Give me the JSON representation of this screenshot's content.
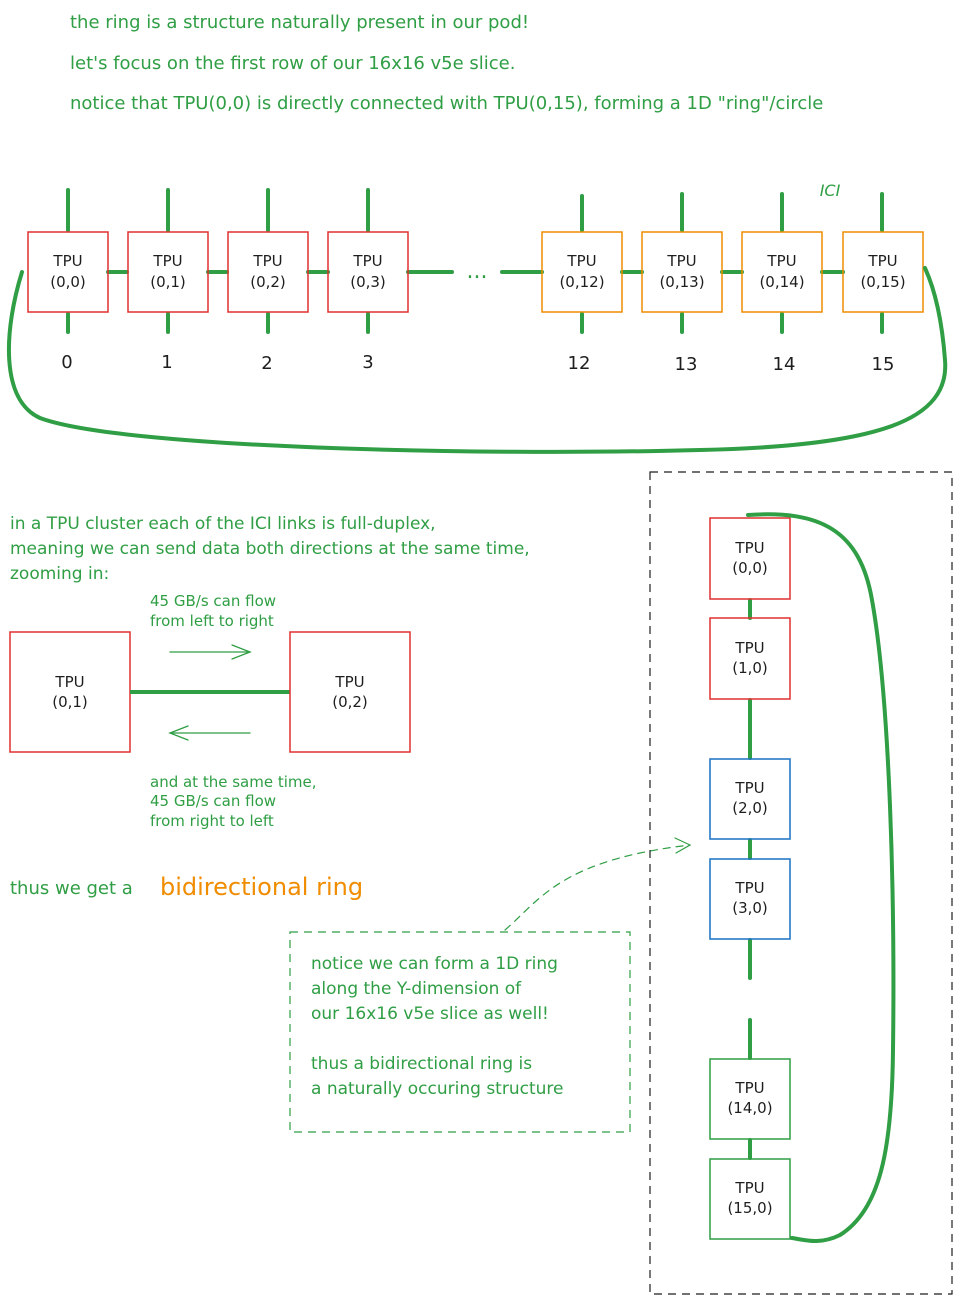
{
  "intro": {
    "line1": "the ring is a structure naturally present in our pod!",
    "line2": "let's focus on the first row of our 16x16 v5e slice.",
    "line3": "notice that TPU(0,0) is directly connected with TPU(0,15), forming a 1D \"ring\"/circle"
  },
  "row": {
    "ici_label": "ICI",
    "ellipsis": "...",
    "nodes": [
      {
        "title": "TPU",
        "coord": "(0,0)",
        "index": "0",
        "color": "#e03131"
      },
      {
        "title": "TPU",
        "coord": "(0,1)",
        "index": "1",
        "color": "#e03131"
      },
      {
        "title": "TPU",
        "coord": "(0,2)",
        "index": "2",
        "color": "#e03131"
      },
      {
        "title": "TPU",
        "coord": "(0,3)",
        "index": "3",
        "color": "#e03131"
      },
      {
        "title": "TPU",
        "coord": "(0,12)",
        "index": "12",
        "color": "#f08c00"
      },
      {
        "title": "TPU",
        "coord": "(0,13)",
        "index": "13",
        "color": "#f08c00"
      },
      {
        "title": "TPU",
        "coord": "(0,14)",
        "index": "14",
        "color": "#f08c00"
      },
      {
        "title": "TPU",
        "coord": "(0,15)",
        "index": "15",
        "color": "#f08c00"
      }
    ]
  },
  "duplex": {
    "text_line1": "in a TPU cluster each of the ICI links is full-duplex,",
    "text_line2": "meaning we can send data both directions at the same time,",
    "text_line3": "zooming in:",
    "flow_right_line1": "45 GB/s can flow",
    "flow_right_line2": "from left to right",
    "flow_left_line1": "and at the same time,",
    "flow_left_line2": "45 GB/s can flow",
    "flow_left_line3": "from right to left",
    "left_node": {
      "title": "TPU",
      "coord": "(0,1)"
    },
    "right_node": {
      "title": "TPU",
      "coord": "(0,2)"
    }
  },
  "result": {
    "prefix": "thus we get a",
    "highlight": "bidirectional ring"
  },
  "note": {
    "line1": "notice we can form a 1D ring",
    "line2": "along the Y-dimension of",
    "line3": "our 16x16 v5e slice as well!",
    "line4": "thus a bidirectional ring is",
    "line5": "a naturally occuring structure"
  },
  "column": {
    "nodes": [
      {
        "title": "TPU",
        "coord": "(0,0)",
        "color": "#e03131"
      },
      {
        "title": "TPU",
        "coord": "(1,0)",
        "color": "#e03131"
      },
      {
        "title": "TPU",
        "coord": "(2,0)",
        "color": "#1971c2"
      },
      {
        "title": "TPU",
        "coord": "(3,0)",
        "color": "#1971c2"
      },
      {
        "title": "TPU",
        "coord": "(14,0)",
        "color": "#2f9e44"
      },
      {
        "title": "TPU",
        "coord": "(15,0)",
        "color": "#2f9e44"
      }
    ]
  },
  "colors": {
    "green": "#2f9e44",
    "red": "#e03131",
    "orange": "#f08c00",
    "blue": "#1971c2",
    "text": "#1e1e1e",
    "dashed": "#1e1e1e"
  }
}
